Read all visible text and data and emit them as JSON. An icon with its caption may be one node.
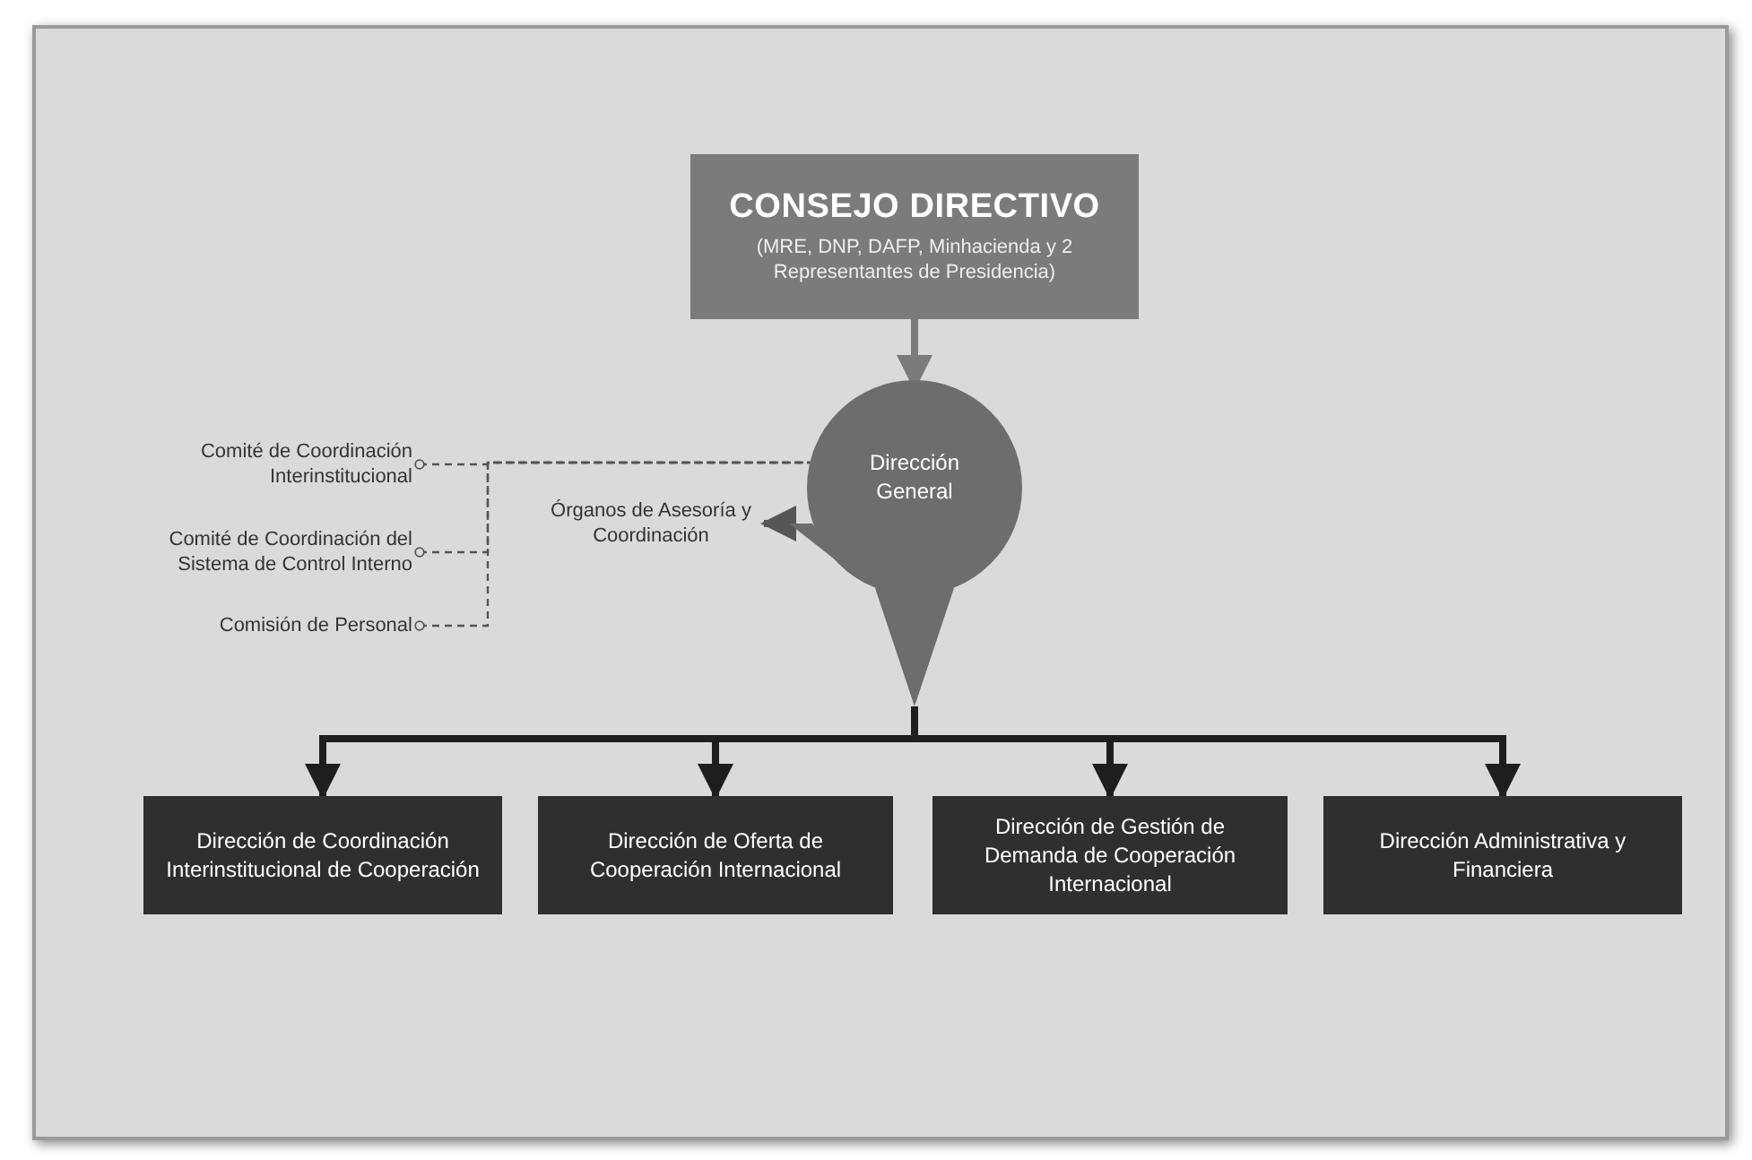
{
  "diagram": {
    "nodes": [
      {
        "text": [
          "CONSEJO DIRECTIVO",
          "(MRE, DNP, DAFP, Minhacienda y 2 Representantes de Presidencia)"
        ]
      },
      {
        "text": [
          "Dirección General"
        ]
      },
      {
        "text": [
          "Órganos de Asesoría y Coordinación"
        ]
      },
      {
        "text": [
          "Comité de Coordinación Interinstitucional"
        ]
      },
      {
        "text": [
          "Comité de Coordinación del Sistema de Control Interno"
        ]
      },
      {
        "text": [
          "Comisión de Personal"
        ]
      },
      {
        "text": [
          "Dirección de Coordinación Interinstitucional de Cooperación"
        ]
      },
      {
        "text": [
          "Dirección de Oferta de Cooperación Internacional"
        ]
      },
      {
        "text": [
          "Dirección de Gestión de Demanda de Cooperación Internacional"
        ]
      },
      {
        "text": [
          "Dirección Administrativa y Financiera"
        ]
      }
    ],
    "edges": [
      {
        "from": 0,
        "to": 1,
        "arrow": "to"
      },
      {
        "from": 1,
        "to": 2,
        "arrow": "to"
      },
      {
        "from": 3,
        "to": 1,
        "arrow": "other",
        "style": "dashed"
      },
      {
        "from": 4,
        "to": 1,
        "arrow": "other",
        "style": "dashed"
      },
      {
        "from": 5,
        "to": 1,
        "arrow": "other",
        "style": "dashed"
      },
      {
        "from": 1,
        "to": 6,
        "arrow": "to",
        "color": "#1e1e1e"
      },
      {
        "from": 1,
        "to": 7,
        "arrow": "to",
        "color": "#1e1e1e"
      },
      {
        "from": 1,
        "to": 8,
        "arrow": "to",
        "color": "#1e1e1e"
      },
      {
        "from": 1,
        "to": 9,
        "arrow": "to",
        "color": "#1e1e1e"
      }
    ]
  }
}
